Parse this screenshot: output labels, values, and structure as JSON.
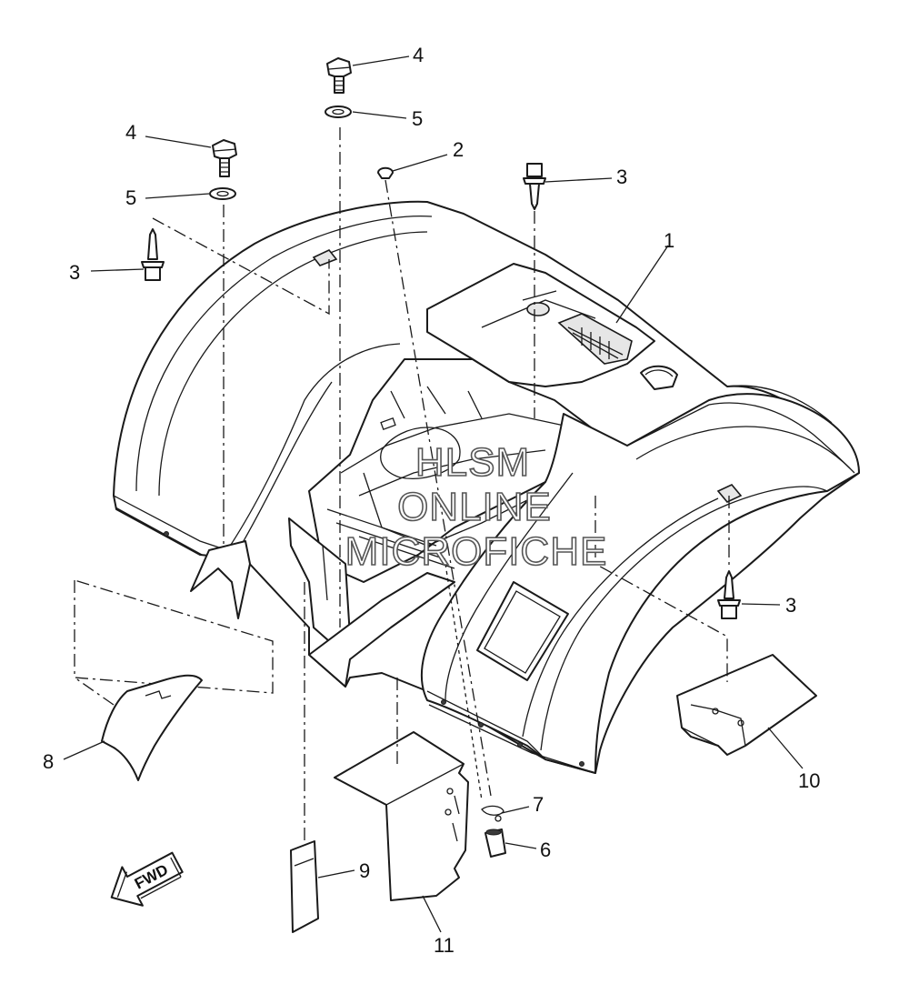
{
  "callouts": {
    "part_1": "1",
    "part_2": "2",
    "part_3_top": "3",
    "part_3_left": "3",
    "part_3_right": "3",
    "part_4_top": "4",
    "part_4_left": "4",
    "part_5_top": "5",
    "part_5_left": "5",
    "part_6": "6",
    "part_7": "7",
    "part_8": "8",
    "part_9": "9",
    "part_10": "10",
    "part_11": "11"
  },
  "watermark": {
    "line1": "HLSM",
    "line2": "ONLINE",
    "line3": "MICROFICHE"
  },
  "direction_arrow": {
    "label": "FWD"
  },
  "colors": {
    "ink": "#1a1a1a",
    "background": "#ffffff"
  }
}
